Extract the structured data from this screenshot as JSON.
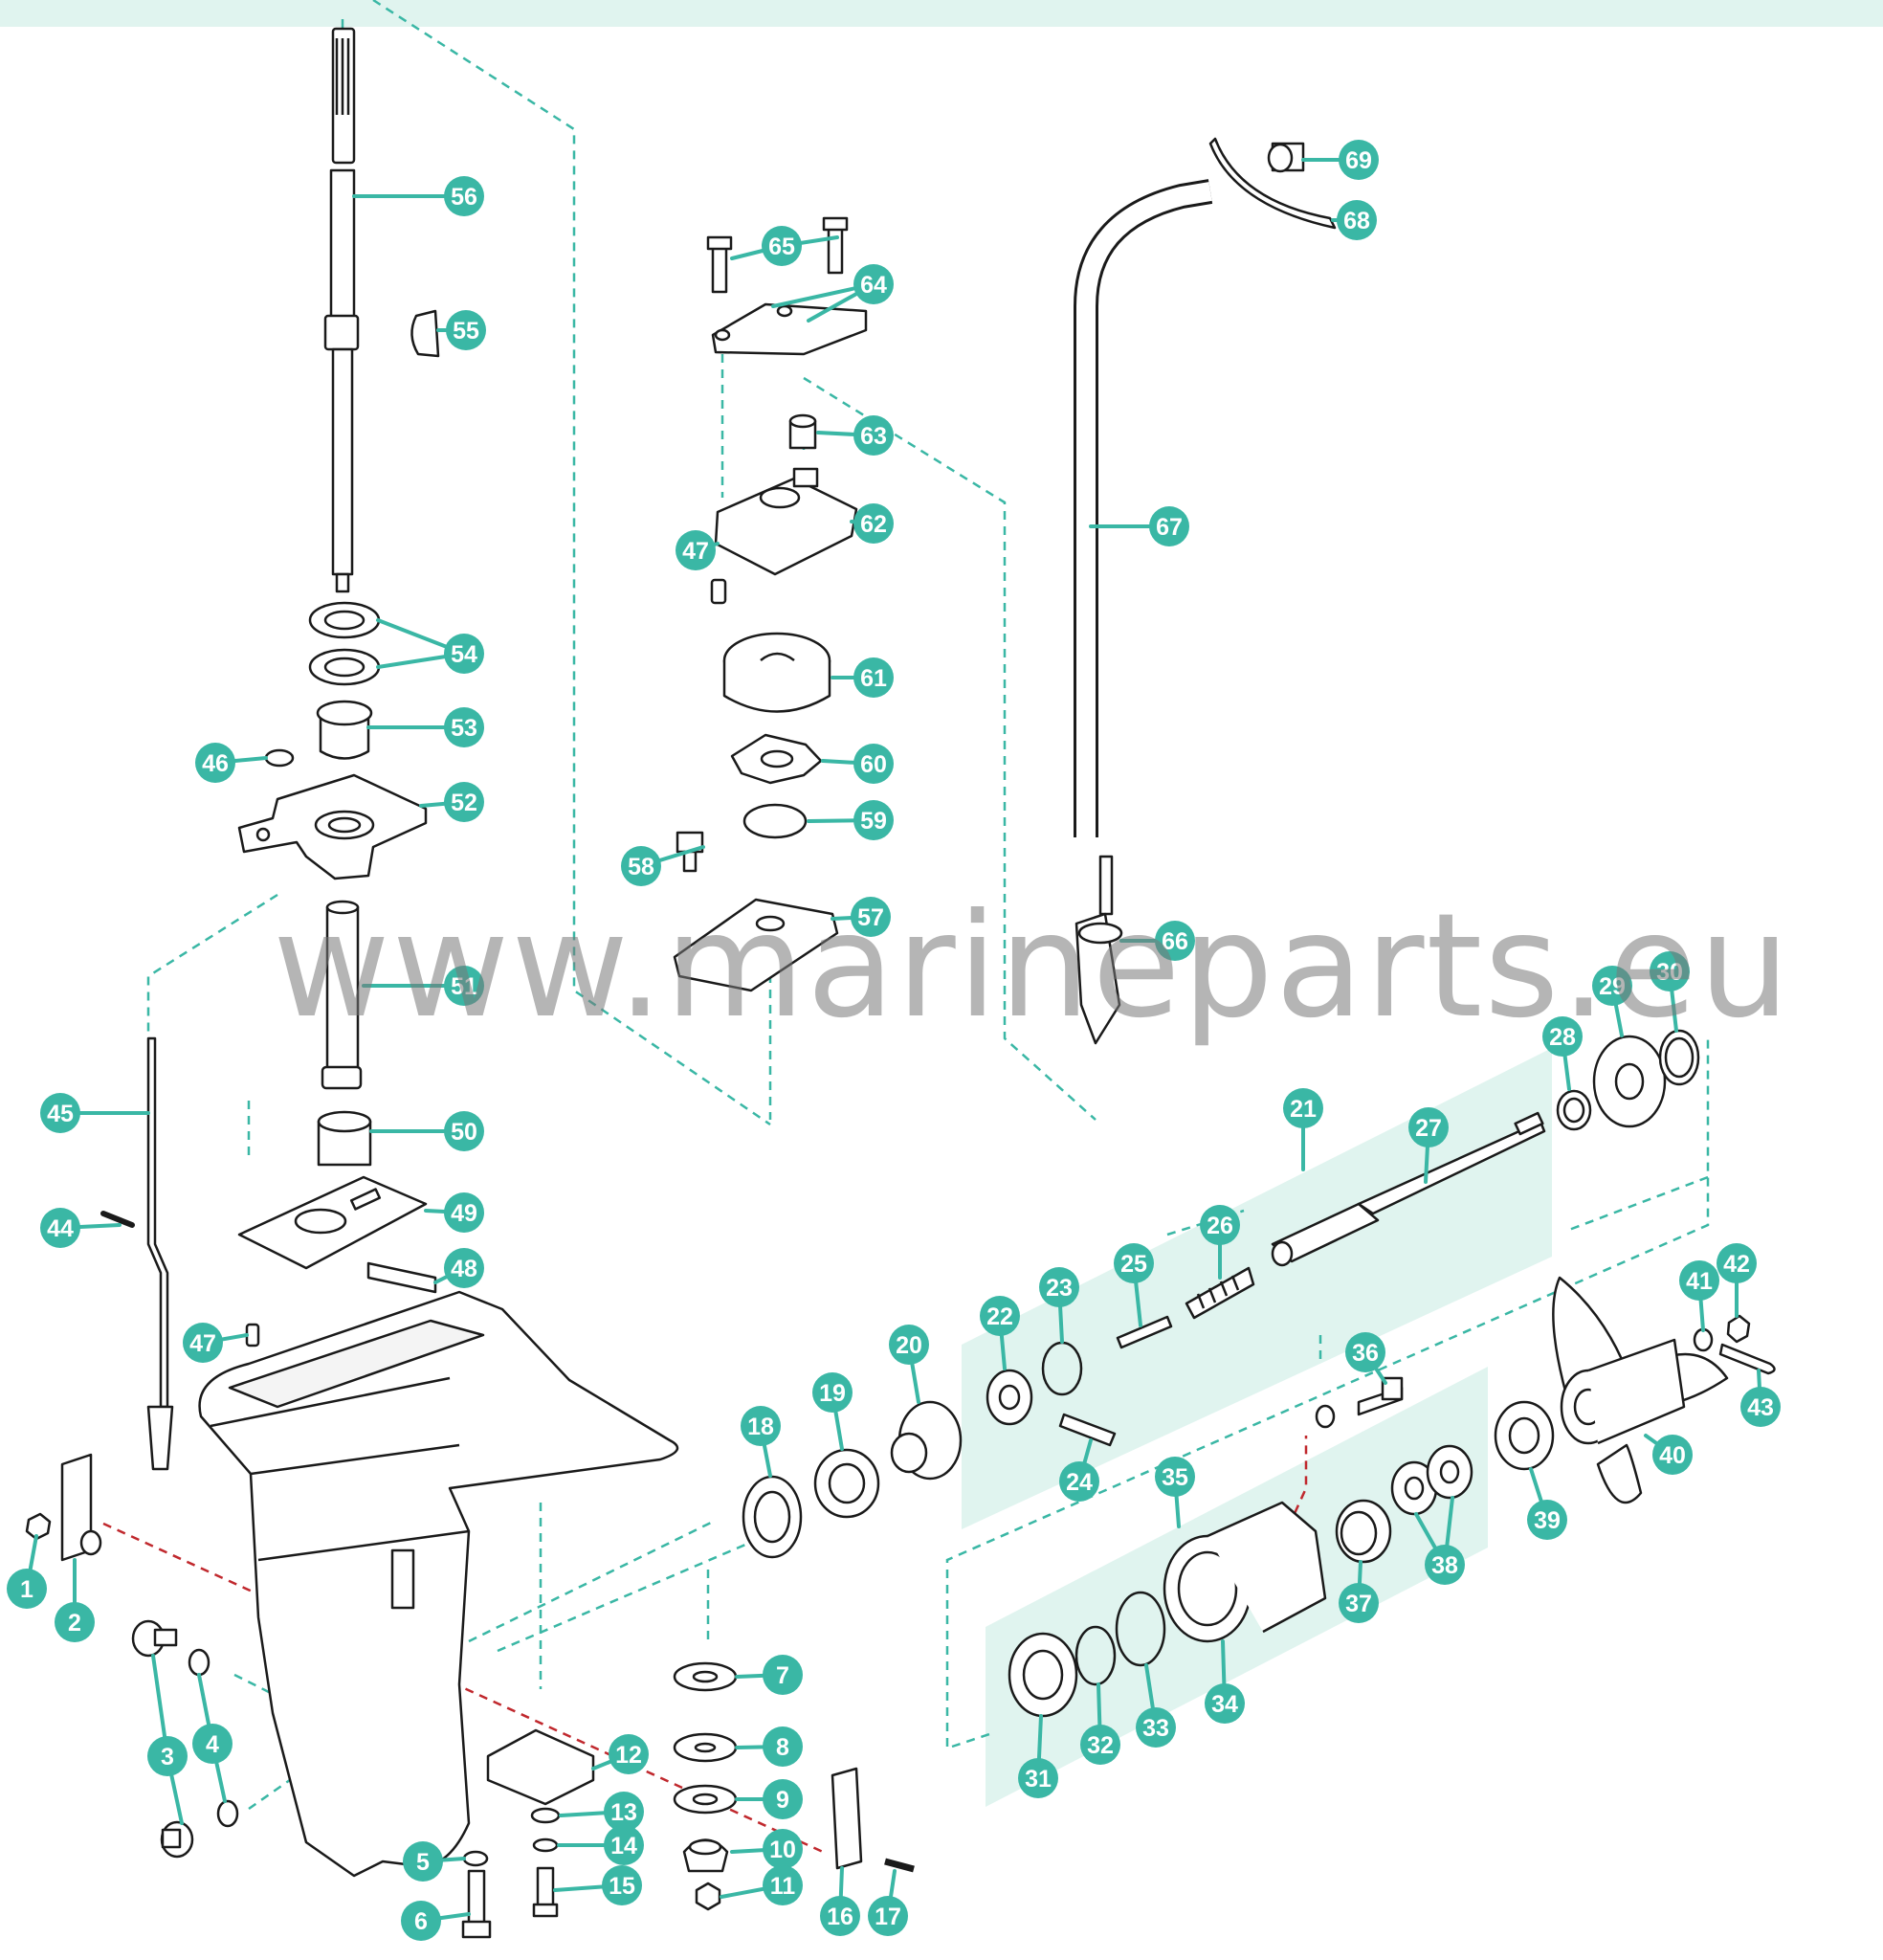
{
  "watermark": "www.marineparts.eu",
  "colors": {
    "callout": "#3ab7a5",
    "callout_text": "#ffffff",
    "guide_teal": "#3ab7a5",
    "guide_red": "#c0282d",
    "panel": "#e0f4ef",
    "outline": "#1a1a1a"
  },
  "parts": [
    "1",
    "2",
    "3",
    "4",
    "5",
    "6",
    "7",
    "8",
    "9",
    "10",
    "11",
    "12",
    "13",
    "14",
    "15",
    "16",
    "17",
    "18",
    "19",
    "20",
    "21",
    "22",
    "23",
    "24",
    "25",
    "26",
    "27",
    "28",
    "29",
    "30",
    "31",
    "32",
    "33",
    "34",
    "35",
    "36",
    "37",
    "38",
    "39",
    "40",
    "41",
    "42",
    "43",
    "44",
    "45",
    "46",
    "47",
    "48",
    "49",
    "50",
    "51",
    "52",
    "53",
    "54",
    "55",
    "56",
    "57",
    "58",
    "59",
    "60",
    "61",
    "62",
    "63",
    "64",
    "65",
    "66",
    "67",
    "68",
    "69"
  ]
}
